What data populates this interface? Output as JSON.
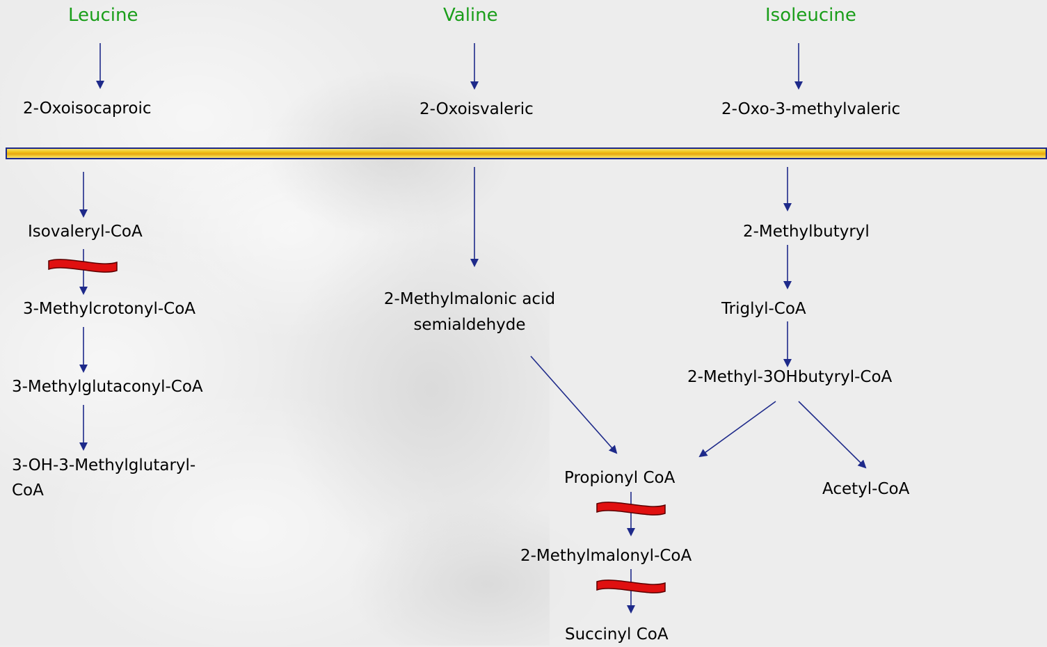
{
  "amino_acids": {
    "leucine": "Leucine",
    "valine": "Valine",
    "isoleucine": "Isoleucine"
  },
  "leucine_path": {
    "oxoacid": "2-Oxoisocaproic",
    "step1": "Isovaleryl-CoA",
    "step2": "3-Methylcrotonyl-CoA",
    "step3": "3-Methylglutaconyl-CoA",
    "step4": "3-OH-3-Methylglutaryl-CoA"
  },
  "valine_path": {
    "oxoacid": "2-Oxoisvaleric",
    "step1_line1": "2-Methylmalonic acid",
    "step1_line2": "semialdehyde"
  },
  "isoleucine_path": {
    "oxoacid": "2-Oxo-3-methylvaleric",
    "step1": "2-Methylbutyryl",
    "step2": "Triglyl-CoA",
    "step3": "2-Methyl-3OHbutyryl-CoA",
    "product_acetyl": "Acetyl-CoA"
  },
  "common_path": {
    "propionyl": "Propionyl CoA",
    "methylmalonyl": "2-Methylmalonyl-CoA",
    "succinyl": "Succinyl CoA"
  },
  "colors": {
    "amino_acid_label": "#1a9e1a",
    "arrow": "#1e2a8a",
    "block": "#e01010",
    "divider_border": "#1e2a8a",
    "divider_fill": "#f0c419"
  }
}
